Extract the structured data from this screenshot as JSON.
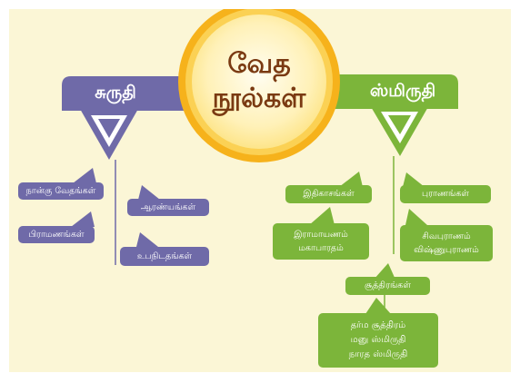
{
  "center": {
    "line1": "வேத",
    "line2": "நூல்கள்"
  },
  "left": {
    "title": "சுருதி",
    "items": [
      "நான்கு வேதங்கள்",
      "பிராமணங்கள்",
      "ஆரண்யங்கள்",
      "உபநிடதங்கள்"
    ]
  },
  "right": {
    "title": "ஸ்மிருதி",
    "itihasa": "இதிகாசங்கள்",
    "itihasa_list": [
      "இராமாயணம்",
      "மகாபாரதம்"
    ],
    "purana": "புராணங்கள்",
    "purana_list": [
      "சிவபுராணம்",
      "விஷ்ணுபுராணம்"
    ],
    "sutra": "சூத்திரங்கள்",
    "sutra_list": [
      "தர்ம சூத்திரம்",
      "மனு ஸ்மிருதி",
      "நாரத ஸ்மிருதி"
    ]
  },
  "colors": {
    "purple": "#6f6aa8",
    "green": "#7cb53a",
    "sun": "#f6b21b",
    "background": "#fbf6d6"
  }
}
